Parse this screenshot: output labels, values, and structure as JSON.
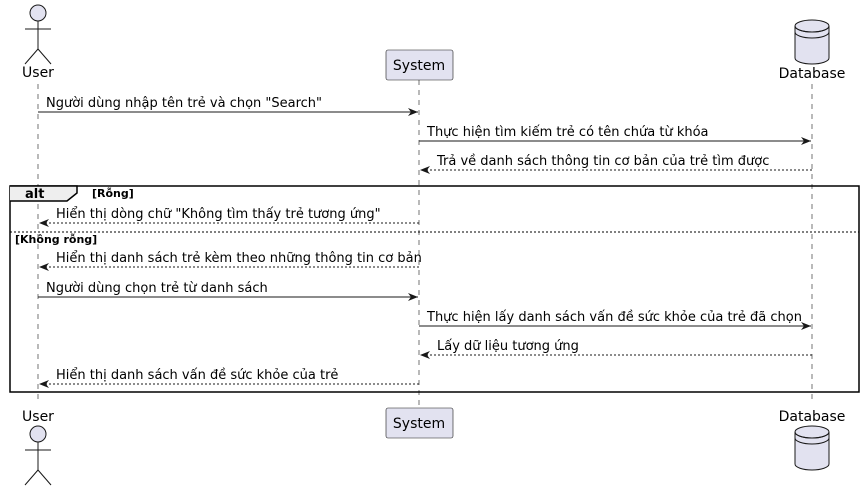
{
  "participants": {
    "user": "User",
    "system": "System",
    "database": "Database"
  },
  "messages": [
    {
      "from": "user",
      "to": "system",
      "dashed": false,
      "text": "Người dùng nhập tên trẻ và chọn \"Search\""
    },
    {
      "from": "system",
      "to": "database",
      "dashed": false,
      "text": "Thực hiện tìm kiếm trẻ có tên chứa từ khóa"
    },
    {
      "from": "database",
      "to": "system",
      "dashed": true,
      "text": "Trả về danh sách thông tin cơ bản của trẻ tìm được"
    },
    {
      "from": "system",
      "to": "user",
      "dashed": true,
      "text": "Hiển thị dòng chữ \"Không tìm thấy trẻ tương ứng\""
    },
    {
      "from": "system",
      "to": "user",
      "dashed": true,
      "text": "Hiển thị danh sách trẻ kèm theo những thông tin cơ bản"
    },
    {
      "from": "user",
      "to": "system",
      "dashed": false,
      "text": "Người dùng chọn trẻ từ danh sách"
    },
    {
      "from": "system",
      "to": "database",
      "dashed": false,
      "text": "Thực hiện lấy danh sách vấn đề sức khỏe của trẻ đã chọn"
    },
    {
      "from": "database",
      "to": "system",
      "dashed": true,
      "text": "Lấy dữ liệu tương ứng"
    },
    {
      "from": "system",
      "to": "user",
      "dashed": true,
      "text": "Hiển thị danh sách vấn đề sức khỏe của trẻ"
    }
  ],
  "fragment": {
    "keyword": "alt",
    "guard1": "[Rỗng]",
    "guard2": "[Không rỗng]"
  },
  "colors": {
    "participant_fill": "#e2e2f0",
    "participant_border": "#181818",
    "lifeline": "#181818"
  }
}
